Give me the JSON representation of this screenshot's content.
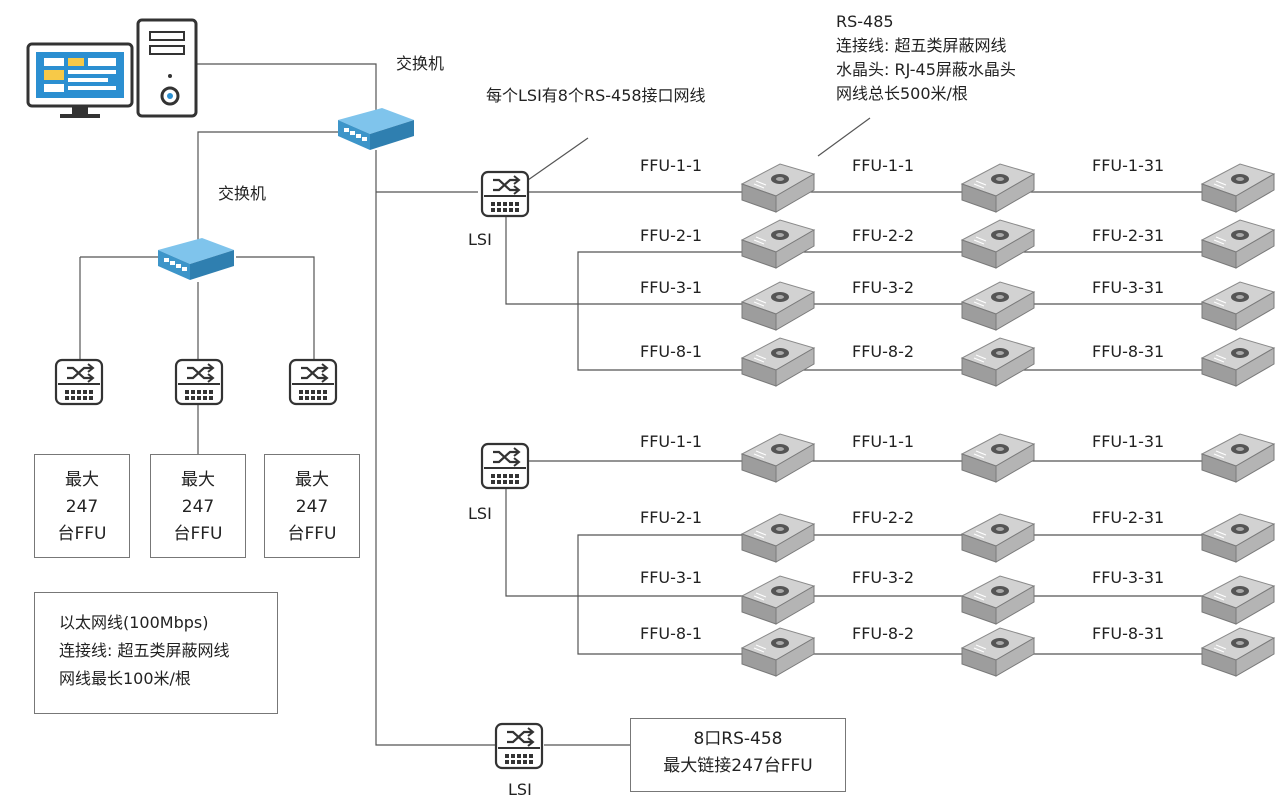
{
  "labels": {
    "switch_top": "交换机",
    "switch_left": "交换机",
    "per_lsi_note": "每个LSI有8个RS-458接口网线",
    "lsi": "LSI"
  },
  "rs485_info": [
    "RS-485",
    "连接线: 超五类屏蔽网线",
    "水晶头: RJ-45屏蔽水晶头",
    "网线总长500米/根"
  ],
  "max_boxes": [
    {
      "line1": "最大",
      "line2": "247",
      "line3": "台FFU"
    },
    {
      "line1": "最大",
      "line2": "247",
      "line3": "台FFU"
    },
    {
      "line1": "最大",
      "line2": "247",
      "line3": "台FFU"
    }
  ],
  "ethernet_info": [
    "以太网线(100Mbps)",
    "连接线: 超五类屏蔽网线",
    "网线最长100米/根"
  ],
  "lsi_box": [
    "8口RS-458",
    "最大链接247台FFU"
  ],
  "ffu_groups": [
    {
      "rows": [
        [
          "FFU-1-1",
          "FFU-1-1",
          "FFU-1-31"
        ],
        [
          "FFU-2-1",
          "FFU-2-2",
          "FFU-2-31"
        ],
        [
          "FFU-3-1",
          "FFU-3-2",
          "FFU-3-31"
        ],
        [
          "FFU-8-1",
          "FFU-8-2",
          "FFU-8-31"
        ]
      ]
    },
    {
      "rows": [
        [
          "FFU-1-1",
          "FFU-1-1",
          "FFU-1-31"
        ],
        [
          "FFU-2-1",
          "FFU-2-2",
          "FFU-2-31"
        ],
        [
          "FFU-3-1",
          "FFU-3-2",
          "FFU-3-31"
        ],
        [
          "FFU-8-1",
          "FFU-8-2",
          "FFU-8-31"
        ]
      ]
    }
  ],
  "colors": {
    "line": "#555555",
    "switch": "#4aa6dc",
    "switch_dark": "#2f7fb0",
    "ffu": "#b9b9b9",
    "monitor": "#2b8fd1"
  }
}
